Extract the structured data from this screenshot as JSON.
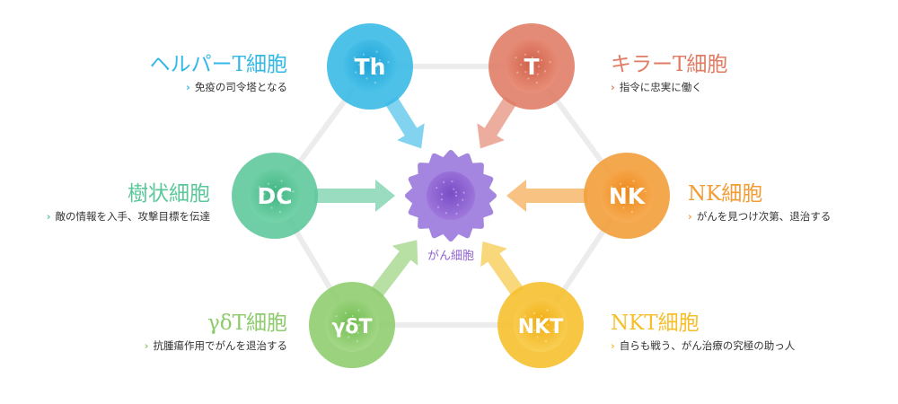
{
  "center": {
    "label": "がん細胞",
    "color": "#8e63cf"
  },
  "nodes": [
    {
      "id": "th",
      "abbr": "Th",
      "title": "ヘルパーT細胞",
      "desc": "免疫の司令塔となる",
      "color": "#35b8e6"
    },
    {
      "id": "t",
      "abbr": "T",
      "title": "キラーT細胞",
      "desc": "指令に忠実に働く",
      "color": "#e07b64"
    },
    {
      "id": "dc",
      "abbr": "DC",
      "title": "樹状細胞",
      "desc": "敵の情報を入手、攻撃目標を伝達",
      "color": "#5cc79a"
    },
    {
      "id": "nk",
      "abbr": "NK",
      "title": "NK細胞",
      "desc": "がんを見つけ次第、退治する",
      "color": "#f39c36"
    },
    {
      "id": "gdt",
      "abbr": "γδT",
      "title": "γδT細胞",
      "desc": "抗腫瘍作用でがんを退治する",
      "color": "#8ccc6c"
    },
    {
      "id": "nkt",
      "abbr": "NKT",
      "title": "NKT細胞",
      "desc": "自らも戦う、がん治療の究極の助っ人",
      "color": "#f6bf2a"
    }
  ],
  "chevron": "›"
}
